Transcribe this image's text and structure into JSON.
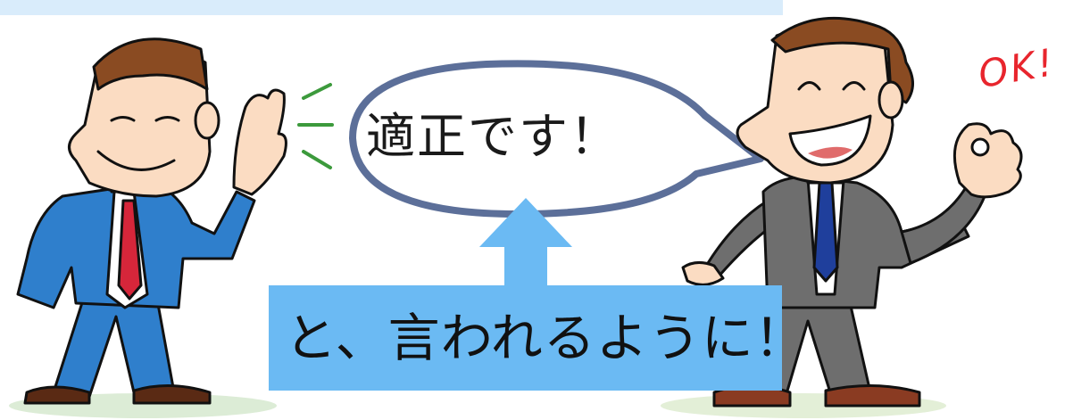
{
  "speech_bubble": {
    "text": "適正です！"
  },
  "exclamation": {
    "text": "OK!"
  },
  "caption": {
    "text": "と、言われるように！"
  },
  "colors": {
    "banner": "#d9ecfb",
    "caption_box": "#6bbaf3",
    "arrow": "#6bbaf3",
    "bubble_outline": "#5c6f99",
    "ok_text": "#e8252d",
    "left_suit": "#2f7fcc",
    "right_suit": "#6e6e6e",
    "skin": "#fbdcc2"
  }
}
